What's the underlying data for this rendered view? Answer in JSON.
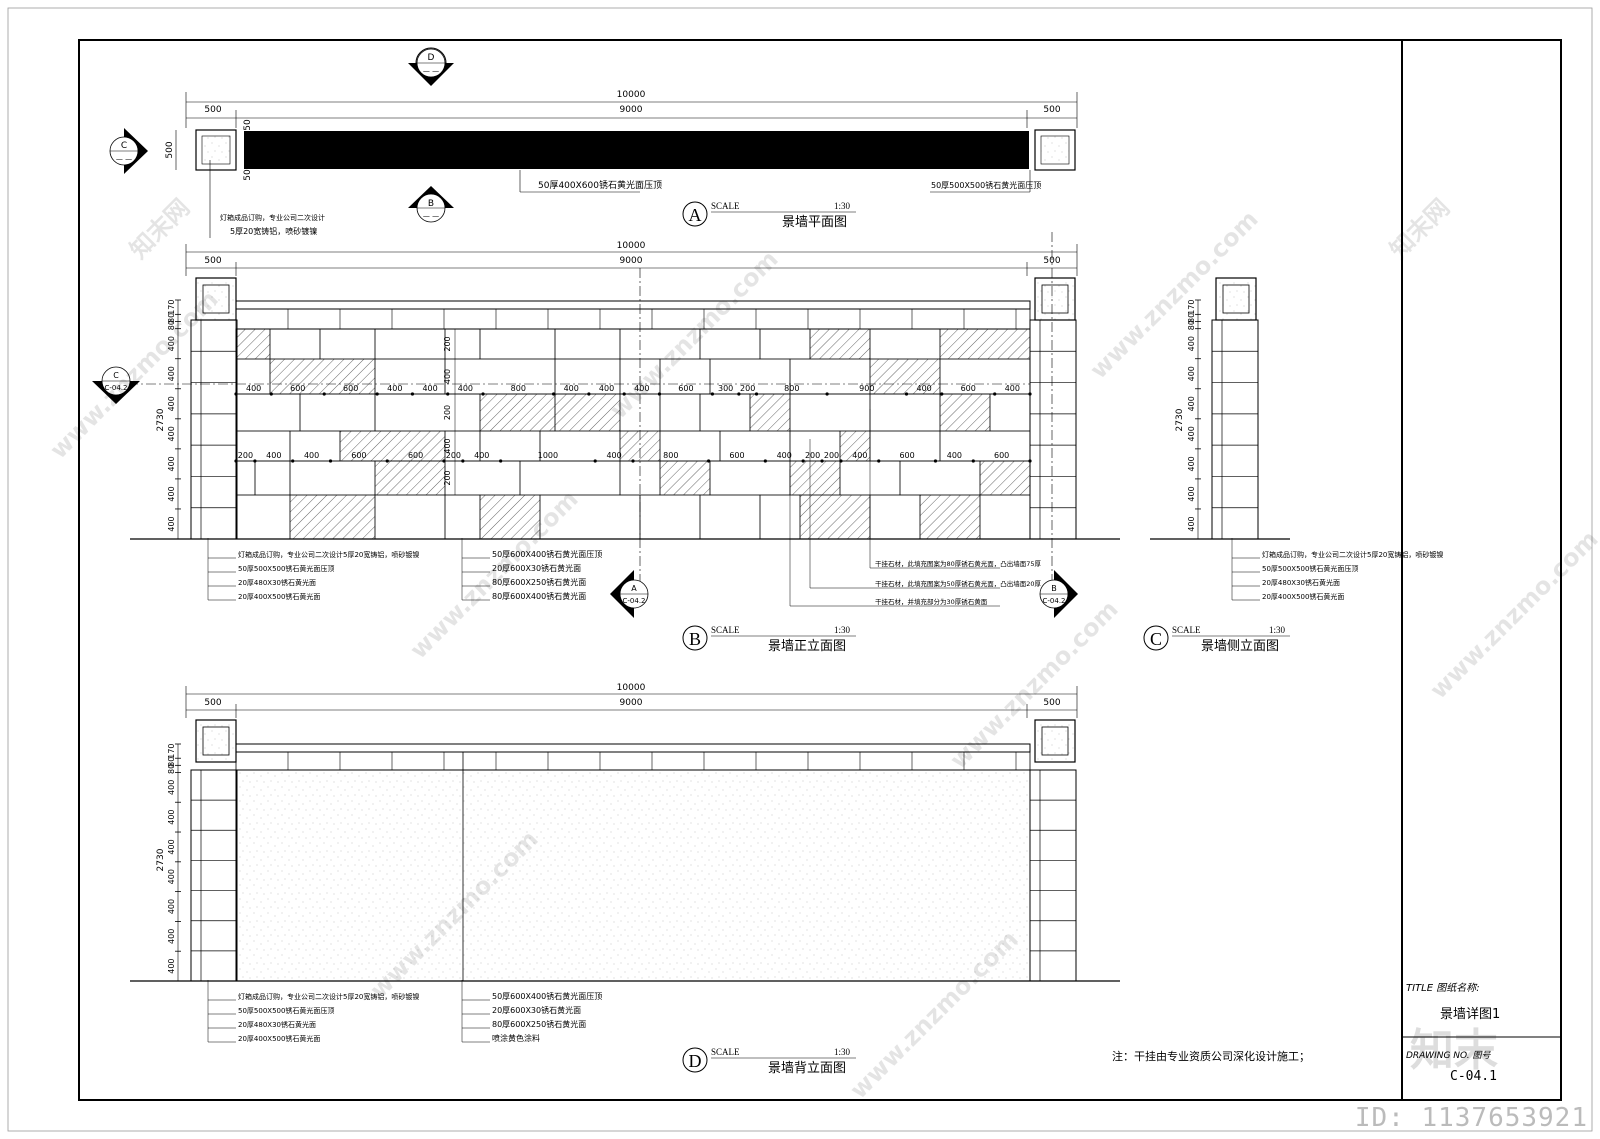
{
  "plan": {
    "title": "景墙平面图",
    "letter": "A",
    "scale_label": "SCALE",
    "scale": "1:30",
    "dims_total": "10000",
    "dims_side": "500",
    "dims_main": "9000",
    "dim_500_vert": "500",
    "dim_50a": "50",
    "dim_50b": "50",
    "callout_cap": "50厚400X600锈石黄光面压顶",
    "callout_post": "50厚500X500锈石黄光面压顶",
    "note_light": "灯箱成品订购，专业公司二次设计",
    "note_steel": "5厚20宽铸铝，喷砂镀镍",
    "mark_top": {
      "letter": "D",
      "sub": "— —"
    },
    "mark_bottom": {
      "letter": "B",
      "sub": "— —"
    },
    "mark_left": {
      "letter": "C",
      "sub": "— —"
    }
  },
  "front": {
    "title": "景墙正立面图",
    "letter": "B",
    "scale_label": "SCALE",
    "scale": "1:30",
    "dims_total": "10000",
    "dims_side": "500",
    "dims_main": "9000",
    "height": "2730",
    "left_dims": [
      "170",
      "80",
      "80",
      "400",
      "400",
      "400",
      "400",
      "400",
      "400",
      "400"
    ],
    "row1_dims": [
      "400",
      "600",
      "600",
      "400",
      "400",
      "400",
      "800",
      "400",
      "400",
      "400",
      "600",
      "300",
      "200",
      "800",
      "900",
      "400",
      "600",
      "400"
    ],
    "row2_dims": [
      "200",
      "400",
      "400",
      "600",
      "600",
      "200",
      "400",
      "1000",
      "400",
      "800",
      "600",
      "400",
      "200",
      "200",
      "400",
      "600",
      "400",
      "600"
    ],
    "mid_vert": [
      "200",
      "400",
      "200",
      "400",
      "200"
    ],
    "cut_label": "C-04.2",
    "marker_c": {
      "letter": "C",
      "sub": "C-04.2"
    },
    "marker_a": {
      "letter": "A",
      "sub": "C-04.2"
    },
    "marker_b": {
      "letter": "B",
      "sub": "C-04.2"
    },
    "notes_left": [
      "灯箱成品订购，专业公司二次设计5厚20宽铸铝，喷砂镀镍",
      "50厚500X500锈石黄光面压顶",
      "20厚480X30锈石黄光面",
      "20厚400X500锈石黄光面"
    ],
    "notes_mid": [
      "50厚600X400锈石黄光面压顶",
      "20厚600X30锈石黄光面",
      "80厚600X250锈石黄光面",
      "80厚600X400锈石黄光面"
    ],
    "notes_right": [
      "干挂石材，此填充图案为80厚锈石黄光面，凸出墙面75厚",
      "干挂石材，此填充图案为50厚锈石黄光面，凸出墙面20厚",
      "干挂石材，并填充部分为30厚锈石黄面"
    ]
  },
  "side": {
    "title": "景墙侧立面图",
    "letter": "C",
    "scale_label": "SCALE",
    "scale": "1:30",
    "height": "2730",
    "left_dims": [
      "170",
      "80",
      "80",
      "400",
      "400",
      "400",
      "400",
      "400",
      "400",
      "400"
    ],
    "notes": [
      "灯箱成品订购，专业公司二次设计5厚20宽铸铝，喷砂镀镍",
      "50厚500X500锈石黄光面压顶",
      "20厚480X30锈石黄光面",
      "20厚400X500锈石黄光面"
    ]
  },
  "back": {
    "title": "景墙背立面图",
    "letter": "D",
    "scale_label": "SCALE",
    "scale": "1:30",
    "dims_total": "10000",
    "dims_side": "500",
    "dims_main": "9000",
    "height": "2730",
    "left_dims": [
      "170",
      "80",
      "80",
      "400",
      "400",
      "400",
      "400",
      "400",
      "400",
      "400"
    ],
    "notes_left": [
      "灯箱成品订购，专业公司二次设计5厚20宽铸铝，喷砂镀镍",
      "50厚500X500锈石黄光面压顶",
      "20厚480X30锈石黄光面",
      "20厚400X500锈石黄光面"
    ],
    "notes_mid": [
      "50厚600X400锈石黄光面压顶",
      "20厚600X30锈石黄光面",
      "80厚600X250锈石黄光面",
      "喷涂黄色涂料"
    ]
  },
  "footer_note": "注：干挂由专业资质公司深化设计施工；",
  "titleblock": {
    "title_label": "TITLE 图纸名称:",
    "title_value": "景墙详图1",
    "drawing_label": "DRAWING NO. 图号",
    "drawing_no": "C-04.1"
  },
  "watermark": {
    "text": "www.znzmo.com",
    "brand": "知末网",
    "logo": "知末",
    "id": "ID: 1137653921"
  },
  "colors": {
    "line": "#000000",
    "hatch": "#000000",
    "watermark": "#bbbbbb"
  }
}
